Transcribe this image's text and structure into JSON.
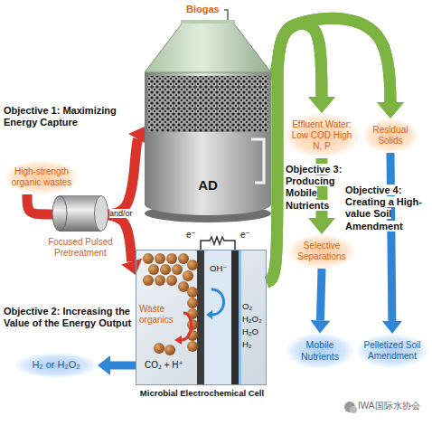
{
  "diagram": {
    "nodes": [
      {
        "text": [
          "High-strength organic wastes"
        ]
      },
      {
        "text": [
          "Focused Pulsed Pretreatment"
        ]
      },
      {
        "text": [
          "AD"
        ]
      },
      {
        "text": [
          "Microbial Electrochemical Cell"
        ]
      },
      {
        "text": [
          "H₂ or H₂O₂"
        ]
      },
      {
        "text": [
          "Effluent Water: Low COD High N, P"
        ]
      },
      {
        "text": [
          "Residual Solids"
        ]
      },
      {
        "text": [
          "Selective Separations"
        ]
      },
      {
        "text": [
          "Mobile Nutrients"
        ]
      },
      {
        "text": [
          "Pelletized Soil Amendment"
        ]
      }
    ],
    "edges": [
      {
        "from": 0,
        "to": 1,
        "arrow": "none"
      },
      {
        "from": 1,
        "to": 2,
        "arrow": "to"
      },
      {
        "from": 1,
        "to": 3,
        "arrow": "to"
      },
      {
        "from": 3,
        "to": 4,
        "arrow": "to"
      },
      {
        "from": 2,
        "to": 5,
        "arrow": "to"
      },
      {
        "from": 2,
        "to": 6,
        "arrow": "to"
      },
      {
        "from": 3,
        "to": 5,
        "arrow": "to"
      },
      {
        "from": 3,
        "to": 6,
        "arrow": "to"
      },
      {
        "from": 5,
        "to": 7,
        "arrow": "to"
      },
      {
        "from": 7,
        "to": 8,
        "arrow": "to"
      },
      {
        "from": 6,
        "to": 9,
        "arrow": "to"
      }
    ],
    "labels": [
      "Biogas",
      "Objective 1: Maximizing Energy Capture",
      "and/or",
      "Objective 2: Increasing the Value of the Energy Output",
      "Objective 3: Producing Mobile Nutrients",
      "Objective 4: Creating a High-value Soil Amendment",
      "Waste organics",
      "CO₂ + H⁺",
      "OH⁻",
      "e⁻",
      "e⁻",
      "O₂",
      "H₂O₂",
      "H₂O",
      "H₂",
      "IWA国际水协会"
    ]
  }
}
